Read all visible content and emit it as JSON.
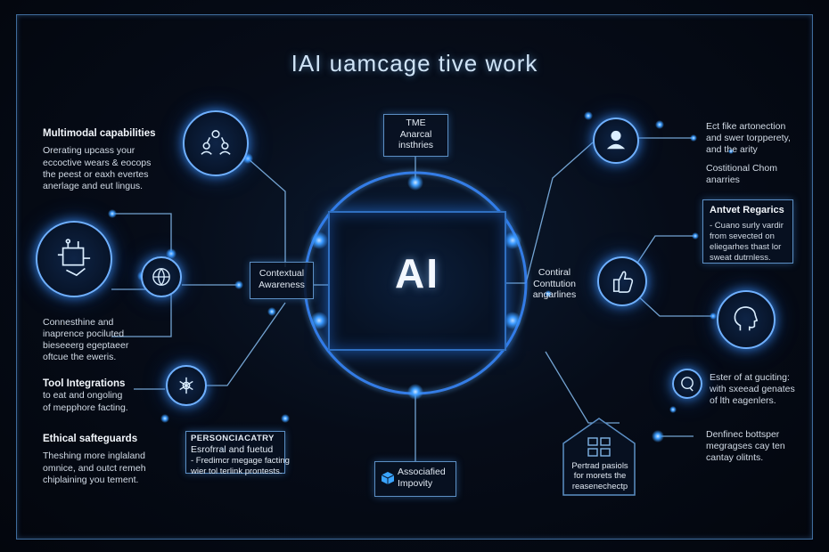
{
  "title": "IAI uamcage tive work",
  "center": {
    "label": "AI"
  },
  "left_items": [
    {
      "heading": "Multimodal capabilities",
      "lines": [
        "Orerating upcass your",
        "eccoctive wears & eocops",
        "the peest or eaxh evertes",
        "anerlage and eut lingus."
      ]
    },
    {
      "heading": "",
      "lines": [
        "Connesthine and",
        "inaprence pociluted",
        "bieseeerg egeptaeer",
        "oftcue the eweris."
      ]
    },
    {
      "heading": "Tool Integrations",
      "lines": [
        "to eat and ongoling",
        "of mepphore facting."
      ]
    },
    {
      "heading": "Ethical safteguards",
      "lines": [
        "Theshing more inglaland",
        "omnice, and outct remeh",
        "chiplaining you tement."
      ]
    }
  ],
  "right_items": [
    {
      "heading": "",
      "lines": [
        "Ect fike artonection",
        "and swer torpperety,",
        "and the arity"
      ]
    },
    {
      "heading": "",
      "lines": [
        "Costitional Chom",
        "anarries"
      ]
    },
    {
      "heading": "",
      "lines": [
        "Ester of at guciting:",
        "with sxeead genates",
        "of lth eagenlers."
      ]
    },
    {
      "heading": "",
      "lines": [
        "Denfinec bottsper",
        "megragses cay ten",
        "cantay olitnts."
      ]
    }
  ],
  "boxes": {
    "top": [
      "TME",
      "Anarcal",
      "insthries"
    ],
    "left_awareness": [
      "Contextual",
      "Awareness"
    ],
    "right_reasoning": [
      "Contiral",
      "Conttution",
      "angarlines"
    ],
    "right_panel_title": "Antvet Regarics",
    "right_panel_lines": [
      "- Cuano surly vardir",
      "from sevected on",
      "eliegarhes thast lor",
      "sweat dutrnless."
    ],
    "bottom_left_title": "PERSONCIACATRY",
    "bottom_left_subtitle": "Esrofrral and fuetud",
    "bottom_left_lines": [
      "- Fredimcr megage facting",
      "wier tol terlink prontests."
    ],
    "bottom_center": [
      "Associafied",
      "Impovity"
    ],
    "bottom_right": [
      "Pertrad pasiols",
      "for morets the",
      "reasenechectp"
    ]
  },
  "icons": [
    "people-network-icon",
    "tools-icon",
    "globe-icon",
    "tuning-icon",
    "user-icon",
    "thumbs-up-icon",
    "head-profile-icon",
    "chat-icon",
    "cube-icon",
    "grid-house-icon"
  ],
  "colors": {
    "accent": "#6fb0ff",
    "glow": "#2a8cff",
    "frame": "#3f6c9c",
    "background": "#04070f"
  }
}
